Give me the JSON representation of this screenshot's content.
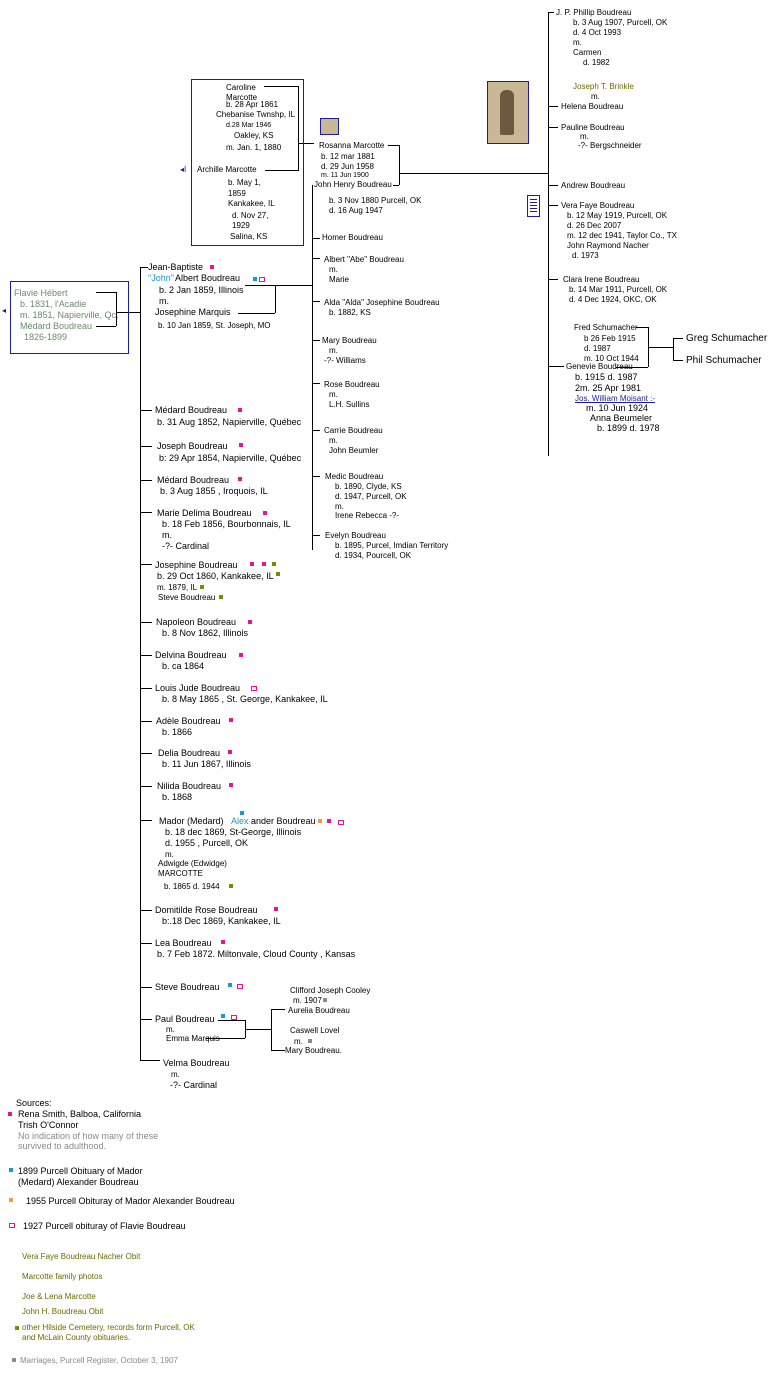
{
  "top_right": {
    "jp_phillip": [
      "J. P. Phillip Boudreau",
      "b. 3 Aug 1907, Purcell, OK",
      "d. 4 Oct 1993",
      "m.",
      "Carmen",
      "d. 1982"
    ],
    "joseph_brinkle": "Joseph T. Brinkle",
    "joseph_brinkle_m": "m.",
    "helena": "Helena Boudreau",
    "pauline": [
      "Pauline Boudreau",
      "m.",
      "-?-  Bergschneider"
    ],
    "andrew": "Andrew Boudreau",
    "vera": [
      "Vera Faye Boudreau",
      "b. 12 May 1919, Purcell, OK",
      "d. 26 Dec 2007",
      "m. 12 dec 1941, Taylor Co., TX",
      "John Raymond Nacher",
      "d. 1973"
    ],
    "clara": [
      "Clara Irene Boudreau",
      "b. 14 Mar 1911, Purcell, OK",
      "d. 4 Dec 1924, OKC, OK"
    ],
    "fred": [
      "Fred Schumacher",
      "b 26 Feb 1915",
      "d. 1987",
      "m. 10 Oct 1944"
    ],
    "greg": "Greg Schumacher",
    "phil": "Phil Schumacher",
    "genevie": [
      "Genevie Boudreau",
      "b. 1915  d. 1987",
      "2m. 25 Apr 1981"
    ],
    "jos_moisant": "Jos. William Moisant :-",
    "jos_married": "m. 10 Jun 1924",
    "anna": [
      "Anna Beumeler",
      "b. 1899 d. 1978"
    ]
  },
  "marcotte_box": {
    "caroline": [
      "Caroline",
      "Marcotte",
      "b. 28 Apr 1861",
      "Chebanise Twnshp, IL",
      "d.28 Mar 1946",
      "Oakley, KS",
      "m.  Jan. 1, 1880"
    ],
    "archille": [
      "Archille Marcotte",
      "b. May 1,",
      "1859",
      "Kankakee, IL",
      "d. Nov 27,",
      "1929",
      "Salina, KS"
    ],
    "arrow": "◂I"
  },
  "rosanna": [
    "Rosanna Marcotte",
    "b. 12 mar 1881",
    "d. 29 Jun 1958",
    "m. 11 Jun 1900"
  ],
  "john_henry": [
    "John Henry Boudreau",
    "b. 3 Nov 1880  Purcell, OK",
    "d.  16 Aug 1947"
  ],
  "mid_children": [
    [
      "Homer Boudreau"
    ],
    [
      "Albert \"Abe\" Boudreau",
      "m.",
      "Marie"
    ],
    [
      "Alda \"Alda\" Josephine Boudreau",
      "b. 1882, KS"
    ],
    [
      "Mary Boudreau",
      "m.",
      "-?- Williams"
    ],
    [
      "Rose Boudreau",
      "m.",
      "L.H. Sullins"
    ],
    [
      "Carrie Boudreau",
      "m.",
      "John Beumler"
    ],
    [
      "Medic Boudreau",
      "b. 1890, Clyde, KS",
      "d. 1947, Purcell, OK",
      "m.",
      "Irene Rebecca -?-"
    ],
    [
      "Evelyn Boudreau",
      "b. 1895, Purcel, Imdian Territory",
      "d. 1934, Pourcell, OK"
    ]
  ],
  "flavie": [
    "Flavie Hébert",
    "b. 1831, l'Acadie",
    "m. 1851, Napierville, Qc.",
    "Médard Boudreau",
    "1826-1899"
  ],
  "flavie_arrow": "◂",
  "jean_baptiste": [
    "Jean-Baptiste",
    "\"John\"",
    "Albert Boudreau",
    "b. 2 Jan 1859, Illinois",
    "m.",
    "Josephine Marquis",
    "b. 10 Jan 1859, St. Joseph, MO"
  ],
  "siblings": [
    [
      "Médard Boudreau",
      "b. 31 Aug 1852, Napierville, Québec"
    ],
    [
      "Joseph Boudreau",
      "b: 29 Apr 1854, Napierville, Québec"
    ],
    [
      "Médard Boudreau",
      "b. 3 Aug 1855 , Iroquois, IL"
    ],
    [
      "Marie Delima Boudreau",
      "b. 18 Feb 1856,  Bourbonnais, IL",
      "m.",
      "-?- Cardinal"
    ],
    [
      "Josephine Boudreau",
      "b. 29 Oct 1860, Kankakee, IL",
      "m. 1879, IL",
      "Steve Boudreau"
    ],
    [
      "Napoleon Boudreau",
      "b. 8 Nov 1862, Illinois"
    ],
    [
      "Delvina Boudreau",
      "b.  ca 1864"
    ],
    [
      "Louis Jude Boudreau",
      "b. 8 May 1865 , St. George, Kankakee, IL"
    ],
    [
      "Adèle Boudreau",
      "b. 1866"
    ],
    [
      "Delia Boudreau",
      "b. 11 Jun 1867, Illinois"
    ],
    [
      "Nilida Boudreau",
      "b. 1868"
    ]
  ],
  "mador": [
    "Mador (Medard)",
    "Alex",
    "ander Boudreau",
    "b. 18 dec 1869, St-George, Illinois",
    "d. 1955 , Purcell, OK",
    "m.",
    "Adwigde (Edwidge)",
    "MARCOTTE",
    "b. 1865   d. 1944"
  ],
  "domitilde": [
    "Domitilde Rose Boudreau",
    "b:.18 Dec 1869, Kankakee, IL"
  ],
  "lea": [
    "Lea Boudreau",
    "b. 7 Feb 1872. Miltonvale, Cloud County , Kansas"
  ],
  "steve": "Steve Boudreau",
  "paul": [
    "Paul Boudreau",
    "m.",
    "Emma Marquis"
  ],
  "paul_children": [
    [
      "Clifford Joseph Cooley",
      "m. 1907",
      "Aurelia Boudreau"
    ],
    [
      "Caswell Lovel",
      "m.",
      "Mary Boudreau."
    ]
  ],
  "velma": [
    "Velma Boudreau",
    "m.",
    "-?- Cardinal"
  ],
  "sources": {
    "title": "Sources:",
    "rena": "Rena Smith, Balboa, California",
    "trish": "Trish O'Connor",
    "note": [
      "No indication of how many of these",
      "survived to adulthood."
    ],
    "obit1899": [
      "1899 Purcell Obituary of Mador",
      "(Medard)  Alexander Boudreau"
    ],
    "obit1955": "1955 Purcell Obituray of Mador Alexander Boudreau",
    "obit1927": "1927 Purcell obituray of Flavie Boudreau",
    "vera_obit": "Vera Faye Boudreau Nacher Obit",
    "marcotte_photos": "Marcotte family photos",
    "joe_lena": "Joe & Lena Marcotte",
    "john_obit": "John H. Boudreau Obit",
    "hillside": [
      "other Hilside Cemetery, records form Purcell, OK",
      "and McLain County obituaries."
    ],
    "marriages": "Marriages, Purcell Register, October 3, 1907"
  },
  "colors": {
    "box_border": "#1c1c9c",
    "pink": "#e0179a",
    "cyan": "#1d95d6",
    "orange": "#f0a030",
    "olive": "#7d8a00",
    "gray": "#8a8a8a"
  }
}
